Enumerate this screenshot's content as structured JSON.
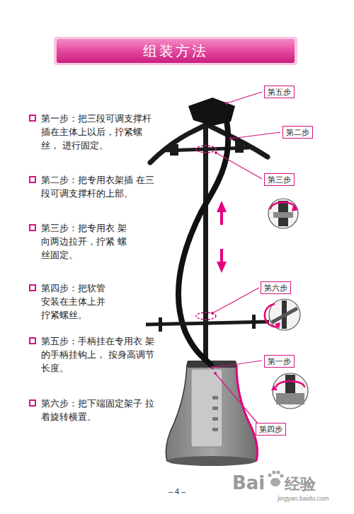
{
  "diagram": {
    "title": "组装方法",
    "nodes": [
      {
        "text": [
          "第五步"
        ]
      },
      {
        "text": [
          "第二步"
        ]
      },
      {
        "text": [
          "第三步"
        ]
      },
      {
        "text": [
          "第六步"
        ]
      },
      {
        "text": [
          "第一步"
        ]
      },
      {
        "text": [
          "第四步"
        ]
      }
    ],
    "labels": [
      "第一步：把三段可调支撑杆 插在主体上以后，拧紧螺丝， 进行固定。",
      "第二步：把专用衣架插 在三段可调支撑杆的上部。",
      "第三步：把专用衣 架向两边拉开，拧紧 螺丝固定。",
      "第四步：把软管 安装在主体上并 拧紧螺丝。",
      "第五步：手柄挂在专用衣 架的手柄挂钩上， 按身高调节长度。",
      "第六步：把下端固定架子 拉着旋转横置。",
      "– 4 –",
      "Bai",
      "经验",
      "jingyan.baidu.com"
    ]
  }
}
